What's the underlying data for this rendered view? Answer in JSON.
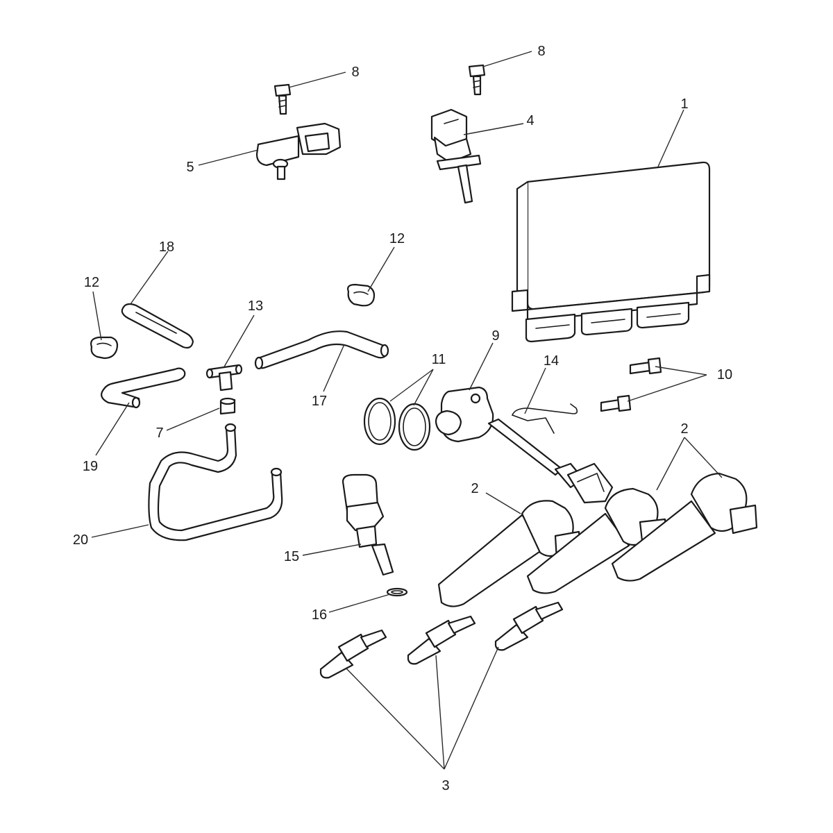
{
  "callouts": {
    "c1": "1",
    "c2a": "2",
    "c2b": "2",
    "c3": "3",
    "c4": "4",
    "c5": "5",
    "c7": "7",
    "c8a": "8",
    "c8b": "8",
    "c9": "9",
    "c10": "10",
    "c11": "11",
    "c12a": "12",
    "c12b": "12",
    "c13": "13",
    "c14": "14",
    "c15": "15",
    "c16": "16",
    "c17": "17",
    "c18": "18",
    "c19": "19",
    "c20": "20"
  }
}
